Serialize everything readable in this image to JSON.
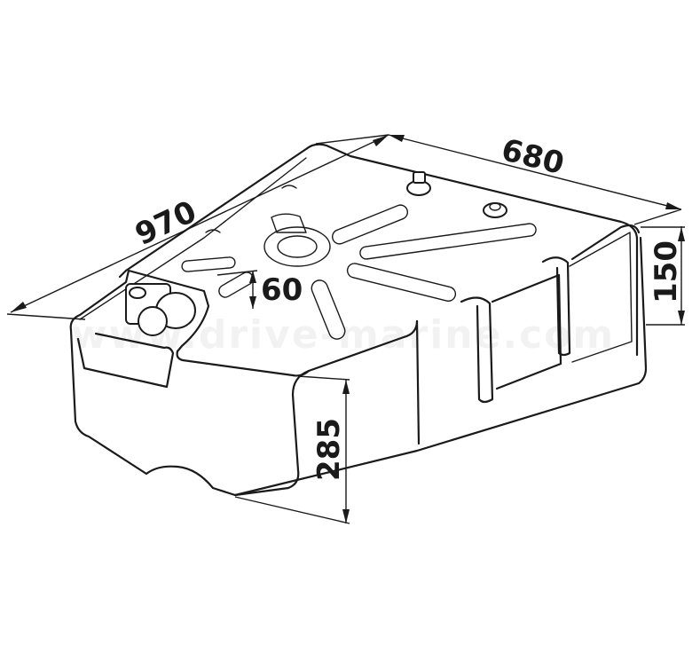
{
  "dimensions": {
    "length": "970",
    "width": "680",
    "height_front": "285",
    "height_rear": "150",
    "filler_offset": "60"
  },
  "watermark": "www.drive-marine.com",
  "colors": {
    "line": "#1a1a1a",
    "background": "#ffffff"
  }
}
